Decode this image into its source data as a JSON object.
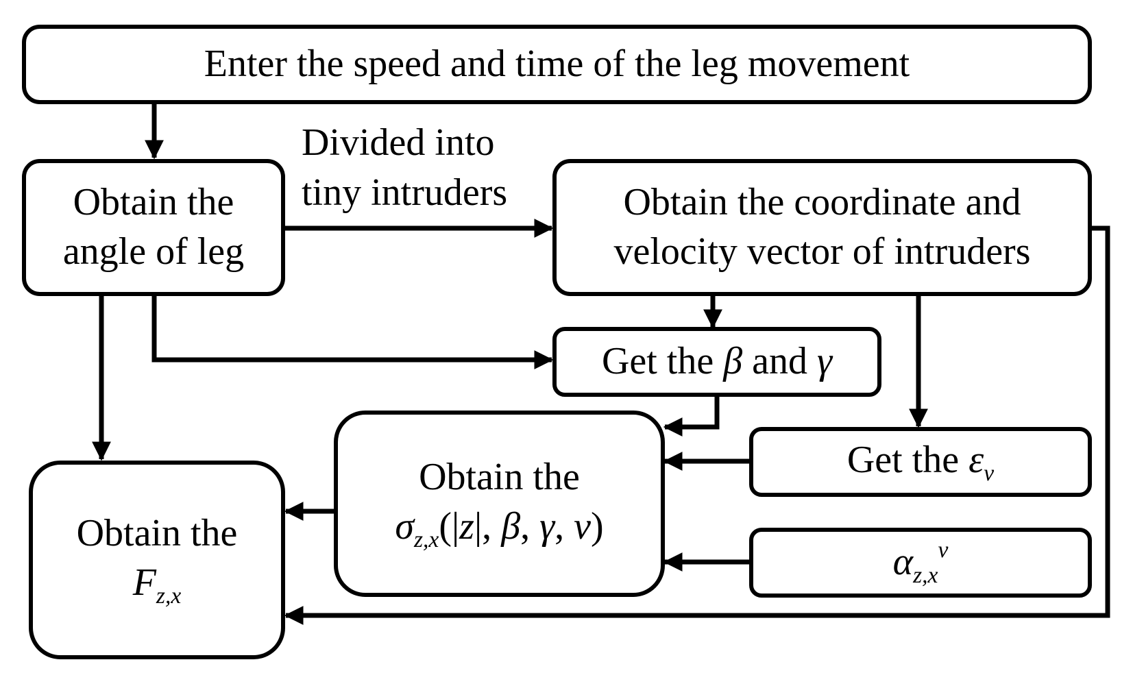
{
  "nodes": {
    "input": {
      "text": "Enter the speed and time of the leg movement"
    },
    "angle": {
      "line1": "Obtain the",
      "line2": "angle of leg"
    },
    "coord": {
      "line1": "Obtain the coordinate and",
      "line2": "velocity vector of intruders"
    },
    "beta_gamma": {
      "prefix": "Get the ",
      "beta": "β",
      "and": " and ",
      "gamma": "γ"
    },
    "epsilon": {
      "prefix": "Get the ",
      "eps": "ε",
      "eps_sub": "v"
    },
    "alpha": {
      "sym": "α",
      "sub": "z,x",
      "sup": "v"
    },
    "sigma": {
      "line1": "Obtain the",
      "sym": "σ",
      "sub": "z,x",
      "args_open": "(|",
      "z": "z",
      "args_mid": "|, ",
      "beta": "β",
      "comma1": ", ",
      "gamma": "γ",
      "comma2": ", ",
      "v": "v",
      "args_close": ")"
    },
    "force": {
      "line1": "Obtain the",
      "sym": "F",
      "sub": "z,x"
    }
  },
  "edge_label": {
    "line1": "Divided into",
    "line2": "tiny intruders"
  },
  "colors": {
    "stroke": "#000000",
    "background": "#ffffff"
  }
}
